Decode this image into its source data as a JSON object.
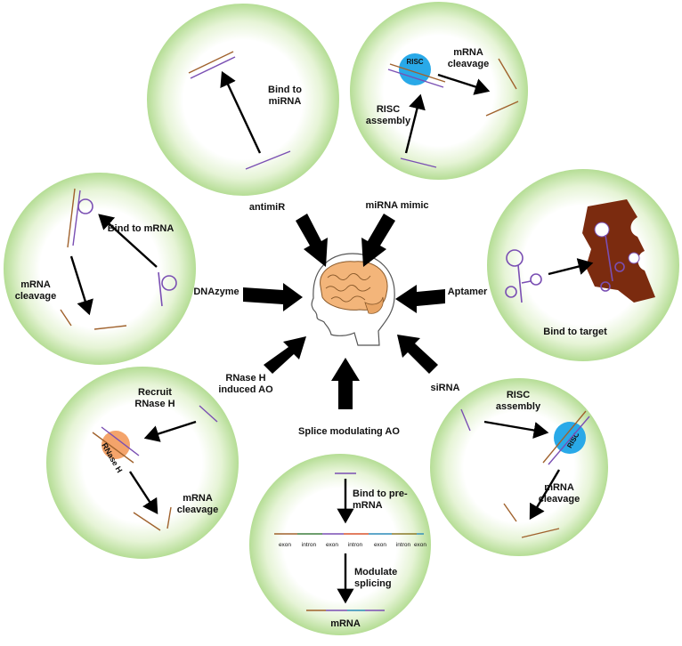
{
  "center": {
    "icon": "human-head-brain-icon"
  },
  "colors": {
    "circle_edge": "#b9e09a",
    "circle_center": "#ffffff",
    "risc": "#29a9e8",
    "rnase": "#f4a46b",
    "target": "#7b2b0f",
    "purple": "#7a4fb3",
    "brown": "#a0622d",
    "arrow": "#000000"
  },
  "agents": {
    "antimir": "antimiR",
    "mirna_mimic": "miRNA mimic",
    "dnazyme": "DNAzyme",
    "aptamer": "Aptamer",
    "rnaseh_l1": "RNase H",
    "rnaseh_l2": "induced AO",
    "sirna": "siRNA",
    "splice": "Splice modulating AO"
  },
  "panels": {
    "antimir": {
      "step_l1": "Bind to",
      "step_l2": "miRNA"
    },
    "mimic": {
      "cleave_l1": "mRNA",
      "cleave_l2": "cleavage",
      "assembly_l1": "RISC",
      "assembly_l2": "assembly",
      "risc": "RISC"
    },
    "aptamer": {
      "step": "Bind to target"
    },
    "dnazyme": {
      "bind": "Bind to mRNA",
      "cleave_l1": "mRNA",
      "cleave_l2": "cleavage"
    },
    "rnaseh": {
      "recruit_l1": "Recruit",
      "recruit_l2": "RNase H",
      "enzyme": "RNase H",
      "cleave_l1": "mRNA",
      "cleave_l2": "cleavage"
    },
    "sirna": {
      "assembly_l1": "RISC",
      "assembly_l2": "assembly",
      "risc": "RISC",
      "cleave_l1": "mRNA",
      "cleave_l2": "cleavage"
    },
    "splice": {
      "bind_l1": "Bind to pre-",
      "bind_l2": "mRNA",
      "segments": [
        "exon",
        "intron",
        "exon",
        "intron",
        "exon",
        "intron",
        "exon"
      ],
      "mod_l1": "Modulate",
      "mod_l2": "splicing",
      "product": "mRNA"
    }
  }
}
